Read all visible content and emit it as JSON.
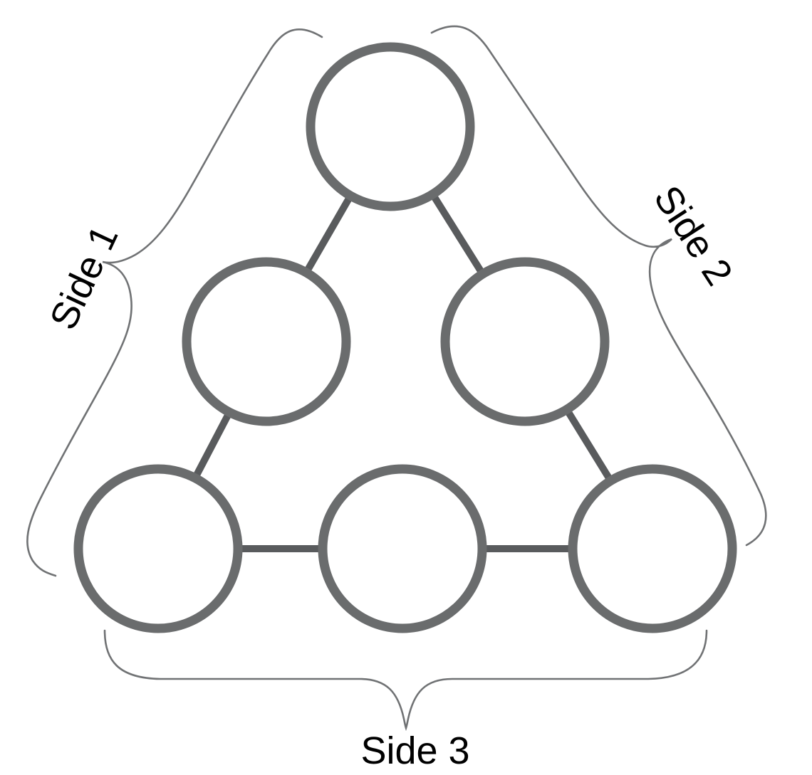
{
  "diagram": {
    "type": "triangle-number-puzzle-worksheet",
    "description": "Six empty circles arranged in a triangle (1 top, 2 middle, 3 bottom) connected by lines along each side, with three curly braces labeling the sides",
    "labels": {
      "side1": "Side 1",
      "side2": "Side 2",
      "side3": "Side 3"
    },
    "node_count": 6,
    "nodes": [
      {
        "position": "top",
        "value": ""
      },
      {
        "position": "middle-left",
        "value": ""
      },
      {
        "position": "middle-right",
        "value": ""
      },
      {
        "position": "bottom-left",
        "value": ""
      },
      {
        "position": "bottom-middle",
        "value": ""
      },
      {
        "position": "bottom-right",
        "value": ""
      }
    ],
    "edges": [
      [
        "top",
        "middle-left"
      ],
      [
        "top",
        "middle-right"
      ],
      [
        "middle-left",
        "bottom-left"
      ],
      [
        "middle-right",
        "bottom-right"
      ],
      [
        "bottom-left",
        "bottom-middle"
      ],
      [
        "bottom-middle",
        "bottom-right"
      ]
    ],
    "sides": [
      {
        "label": "Side 1",
        "nodes": [
          "top",
          "middle-left",
          "bottom-left"
        ]
      },
      {
        "label": "Side 2",
        "nodes": [
          "top",
          "middle-right",
          "bottom-right"
        ]
      },
      {
        "label": "Side 3",
        "nodes": [
          "bottom-left",
          "bottom-middle",
          "bottom-right"
        ]
      }
    ],
    "colors": {
      "background": "#ffffff",
      "circle_stroke": "#6a6c6d",
      "connector_line": "#595b5d",
      "brace_line": "#707274",
      "label_text": "#000000"
    }
  }
}
